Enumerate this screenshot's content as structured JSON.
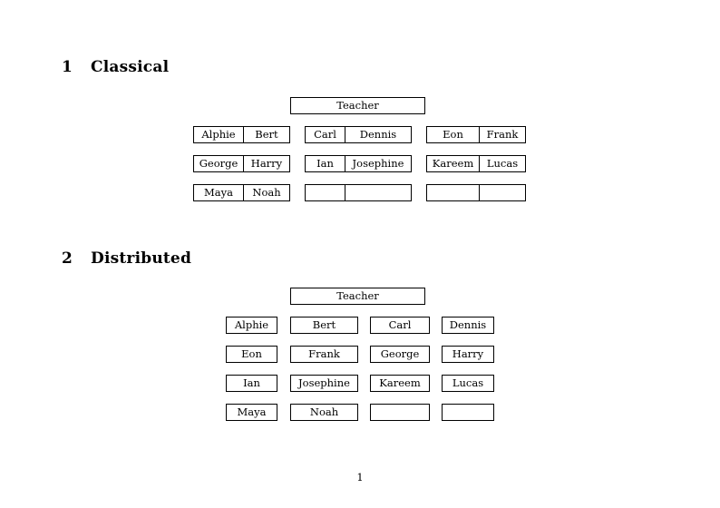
{
  "document": {
    "page_number": "1"
  },
  "sections": [
    {
      "number": "1",
      "title": "Classical",
      "root": {
        "label": "Teacher"
      },
      "layout": "paired-cells",
      "columns": 3,
      "rows": [
        [
          {
            "left": "Alphie",
            "right": "Bert"
          },
          {
            "left": "Carl",
            "right": "Dennis"
          },
          {
            "left": "Eon",
            "right": "Frank"
          }
        ],
        [
          {
            "left": "George",
            "right": "Harry"
          },
          {
            "left": "Ian",
            "right": "Josephine"
          },
          {
            "left": "Kareem",
            "right": "Lucas"
          }
        ],
        [
          {
            "left": "Maya",
            "right": "Noah"
          },
          {
            "left": "",
            "right": ""
          },
          {
            "left": "",
            "right": ""
          }
        ]
      ]
    },
    {
      "number": "2",
      "title": "Distributed",
      "root": {
        "label": "Teacher"
      },
      "layout": "single-cells",
      "columns": 4,
      "rows": [
        [
          "Alphie",
          "Bert",
          "Carl",
          "Dennis"
        ],
        [
          "Eon",
          "Frank",
          "George",
          "Harry"
        ],
        [
          "Ian",
          "Josephine",
          "Kareem",
          "Lucas"
        ],
        [
          "Maya",
          "Noah",
          "",
          ""
        ]
      ]
    }
  ]
}
